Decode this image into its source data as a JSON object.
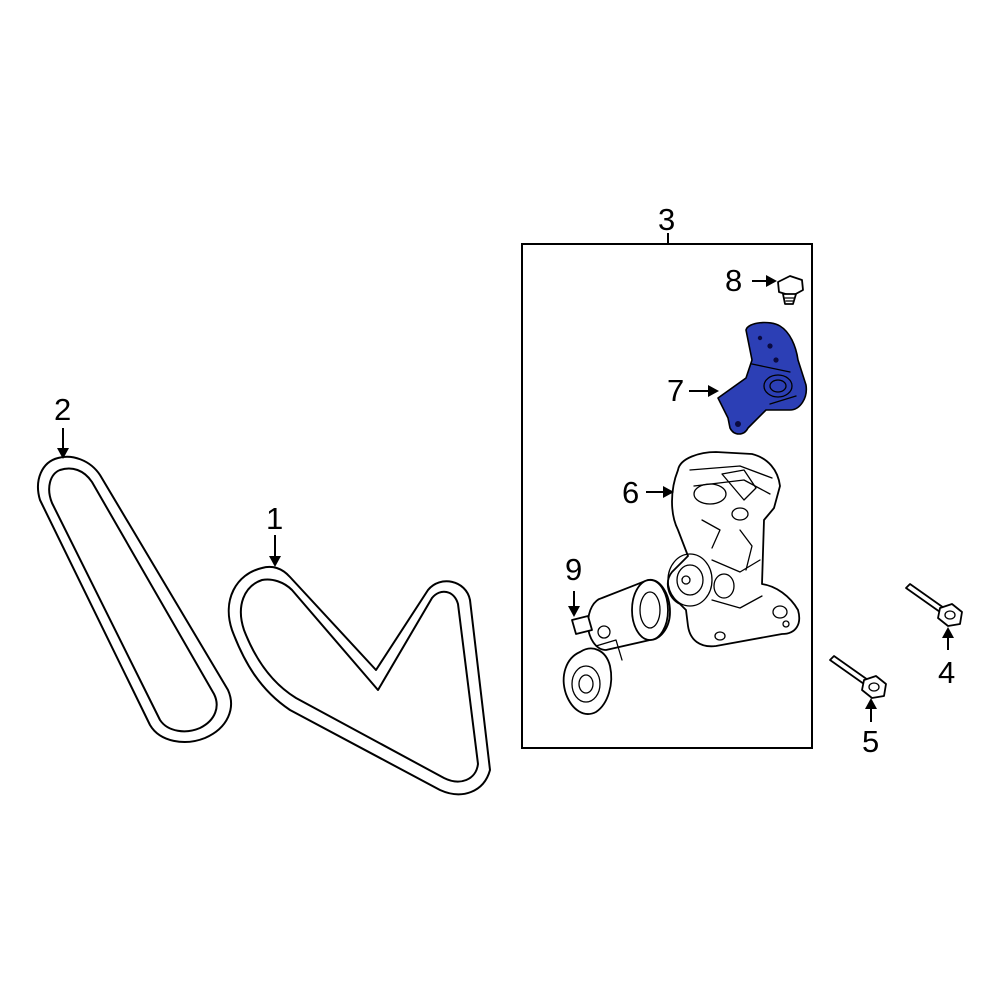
{
  "callouts": {
    "belt_1": "1",
    "belt_2": "2",
    "tensioner_assembly_3": "3",
    "bolt_4": "4",
    "bolt_5": "5",
    "bracket_6": "6",
    "bracket_7": "7",
    "bolt_8": "8",
    "tensioner_9": "9"
  },
  "highlight_color": "#2c3fb5"
}
